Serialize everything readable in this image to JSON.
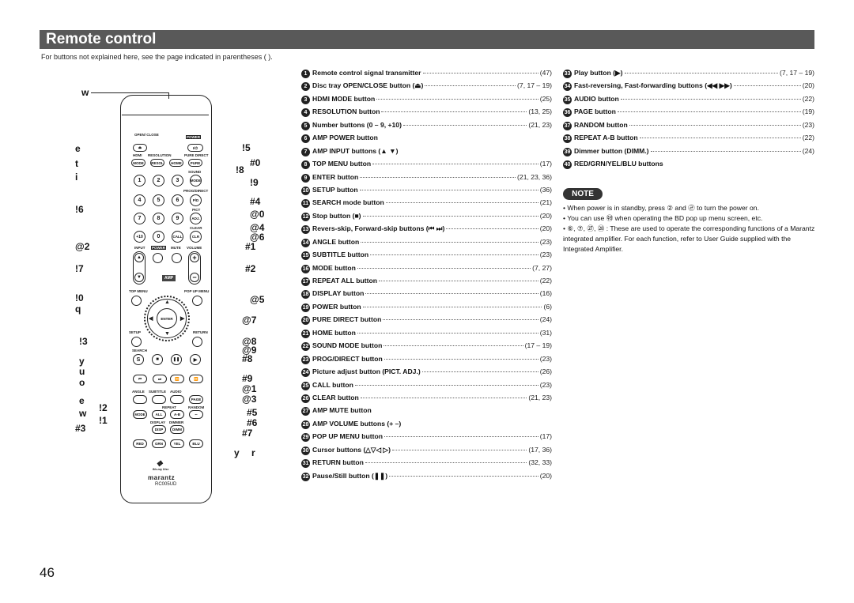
{
  "title": "Remote control",
  "intro": "For buttons not explained here, see the page indicated in parentheses ( ).",
  "page_number": "46",
  "remote": {
    "open_close": "OPEN/ CLOSE",
    "power": "POWER",
    "hdmi": "HDMI",
    "resolution": "RESOLUTION",
    "pure_direct": "PURE DIRECT",
    "mode": "MODE",
    "resol": "RESOL",
    "home": "HOME",
    "pure": "PURE",
    "sound": "SOUND",
    "prog_direct": "PROG/DIRECT",
    "pd": "P/D",
    "pict": "PICT",
    "adj": "ADJ.",
    "clear": "CLEAR",
    "call": "CALL",
    "clr": "CLR",
    "plus10": "+10",
    "input": "INPUT",
    "mute": "MUTE",
    "volume": "VOLUME",
    "amp": "AMP",
    "top_menu": "TOP MENU",
    "pop_up_menu": "POP UP MENU",
    "enter": "ENTER",
    "setup": "SETUP",
    "return": "RETURN",
    "search": "SEARCH",
    "angle": "ANGLE",
    "subtitle": "SUBTITLE",
    "audio": "AUDIO",
    "page": "PAGE",
    "repeat": "REPEAT",
    "random": "RANDOM",
    "all": "ALL",
    "ab": "A-B",
    "display": "DISPLAY",
    "dimmer": "DIMMER",
    "disp": "DISP",
    "dimm": "DIMM",
    "red": "RED",
    "grn": "GRN",
    "yel": "YEL",
    "blu": "BLU",
    "s": "S",
    "digits": [
      "1",
      "2",
      "3",
      "4",
      "5",
      "6",
      "7",
      "8",
      "9",
      "0"
    ],
    "brand": "marantz",
    "model": "RC005UD",
    "bluray": "Blu-ray Disc"
  },
  "callouts": [
    "w",
    "e",
    "t",
    "i",
    "!6",
    "@2",
    "!7",
    "!0",
    "q",
    "!3",
    "y",
    "u",
    "o",
    "e",
    "!2",
    "w",
    "!1",
    "#3",
    "!5",
    "#0",
    "!8",
    "!9",
    "#4",
    "@0",
    "@4",
    "@6",
    "#1",
    "#2",
    "@5",
    "@7",
    "@8",
    "@9",
    "#8",
    "#9",
    "@1",
    "@3",
    "#5",
    "#6",
    "#7",
    "y",
    "r"
  ],
  "list_left": [
    {
      "n": "1",
      "label": "Remote control signal transmitter",
      "ref": "(47)"
    },
    {
      "n": "2",
      "label": "Disc tray OPEN/CLOSE button (⏏)",
      "ref": "(7, 17 – 19)"
    },
    {
      "n": "3",
      "label": "HDMI MODE button",
      "ref": "(25)"
    },
    {
      "n": "4",
      "label": "RESOLUTION button",
      "ref": "(13, 25)"
    },
    {
      "n": "5",
      "label": "Number buttons (0 – 9, +10)",
      "ref": "(21, 23)"
    },
    {
      "n": "6",
      "label": "AMP POWER button",
      "ref": ""
    },
    {
      "n": "7",
      "label": "AMP INPUT buttons (▲ ▼)",
      "ref": ""
    },
    {
      "n": "8",
      "label": "TOP MENU button",
      "ref": "(17)"
    },
    {
      "n": "9",
      "label": "ENTER button",
      "ref": "(21, 23, 36)"
    },
    {
      "n": "10",
      "label": "SETUP button",
      "ref": "(36)"
    },
    {
      "n": "11",
      "label": "SEARCH mode button",
      "ref": "(21)"
    },
    {
      "n": "12",
      "label": "Stop button (■)",
      "ref": "(20)"
    },
    {
      "n": "13",
      "label": "Revers-skip, Forward-skip buttons (⏮ ⏭)",
      "ref": "(20)"
    },
    {
      "n": "14",
      "label": "ANGLE button",
      "ref": "(23)"
    },
    {
      "n": "15",
      "label": "SUBTITLE button",
      "ref": "(23)"
    },
    {
      "n": "16",
      "label": "MODE button",
      "ref": "(7, 27)"
    },
    {
      "n": "17",
      "label": "REPEAT ALL button",
      "ref": "(22)"
    },
    {
      "n": "18",
      "label": "DISPLAY button",
      "ref": "(16)"
    },
    {
      "n": "19",
      "label": "POWER button",
      "ref": "(6)"
    },
    {
      "n": "20",
      "label": "PURE DIRECT button",
      "ref": "(24)"
    },
    {
      "n": "21",
      "label": "HOME button",
      "ref": "(31)"
    },
    {
      "n": "22",
      "label": "SOUND MODE button",
      "ref": "(17 – 19)"
    },
    {
      "n": "23",
      "label": "PROG/DIRECT button",
      "ref": "(23)"
    },
    {
      "n": "24",
      "label": "Picture adjust button (PICT. ADJ.)",
      "ref": "(26)"
    },
    {
      "n": "25",
      "label": "CALL button",
      "ref": "(23)"
    },
    {
      "n": "26",
      "label": "CLEAR button",
      "ref": "(21, 23)"
    },
    {
      "n": "27",
      "label": "AMP MUTE button",
      "ref": ""
    },
    {
      "n": "28",
      "label": "AMP VOLUME buttons (+ –)",
      "ref": ""
    },
    {
      "n": "29",
      "label": "POP UP MENU button",
      "ref": "(17)"
    },
    {
      "n": "30",
      "label": "Cursor buttons (△▽◁ ▷)",
      "ref": "(17, 36)"
    },
    {
      "n": "31",
      "label": "RETURN button",
      "ref": "(32, 33)"
    },
    {
      "n": "32",
      "label": "Pause/Still button (❚❚)",
      "ref": "(20)"
    }
  ],
  "list_right": [
    {
      "n": "33",
      "label": "Play button (▶)",
      "ref": "(7, 17 – 19)"
    },
    {
      "n": "34",
      "label": "Fast-reversing, Fast-forwarding buttons (◀◀ ▶▶)",
      "ref": "(20)"
    },
    {
      "n": "35",
      "label": "AUDIO button",
      "ref": "(22)"
    },
    {
      "n": "36",
      "label": "PAGE button",
      "ref": "(19)"
    },
    {
      "n": "37",
      "label": "RANDOM button",
      "ref": "(23)"
    },
    {
      "n": "38",
      "label": "REPEAT A-B button",
      "ref": "(22)"
    },
    {
      "n": "39",
      "label": "Dimmer button (DIMM.)",
      "ref": "(24)"
    },
    {
      "n": "40",
      "label": "RED/GRN/YEL/BLU buttons",
      "ref": ""
    }
  ],
  "note": {
    "badge": "NOTE",
    "lines": [
      "• When power is in standby, press ② and ㉣ to turn the power on.",
      "• You can use ㉽ when operating the BD pop up menu screen, etc.",
      "• ⑥, ⑦, ㉗, ㉘ : These are used to operate the corresponding functions of a Marantz integrated amplifier. For each function, refer to User Guide supplied with the Integrated Amplifier."
    ]
  }
}
